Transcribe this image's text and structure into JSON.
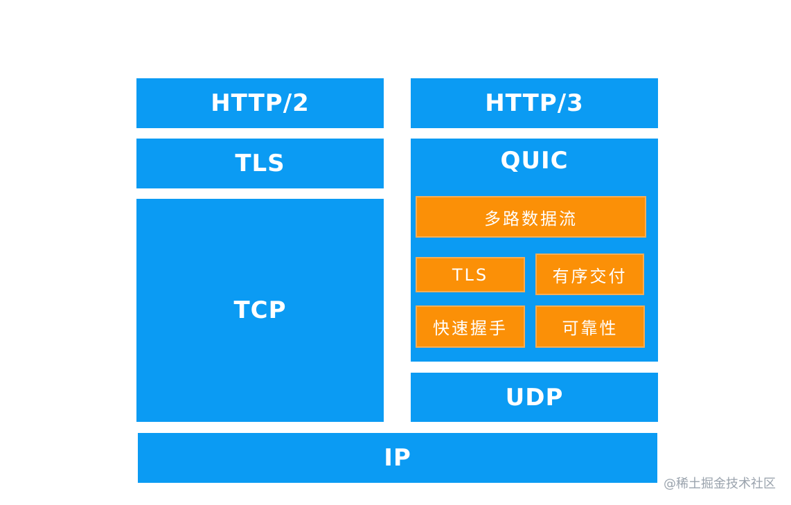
{
  "diagram": {
    "left_stack": {
      "http": "HTTP/2",
      "tls": "TLS",
      "tcp": "TCP"
    },
    "right_stack": {
      "http": "HTTP/3",
      "quic": {
        "title": "QUIC",
        "features": {
          "multiplexed_streams": "多路数据流",
          "tls": "TLS",
          "ordered_delivery": "有序交付",
          "fast_handshake": "快速握手",
          "reliability": "可靠性"
        }
      },
      "udp": "UDP"
    },
    "shared": {
      "ip": "IP"
    }
  },
  "watermark": "@稀土掘金技术社区",
  "colors": {
    "layer_blue": "#0b9bf3",
    "feature_orange": "#fb9007",
    "text_white": "#ffffff",
    "watermark_gray": "#9aa3ad"
  }
}
